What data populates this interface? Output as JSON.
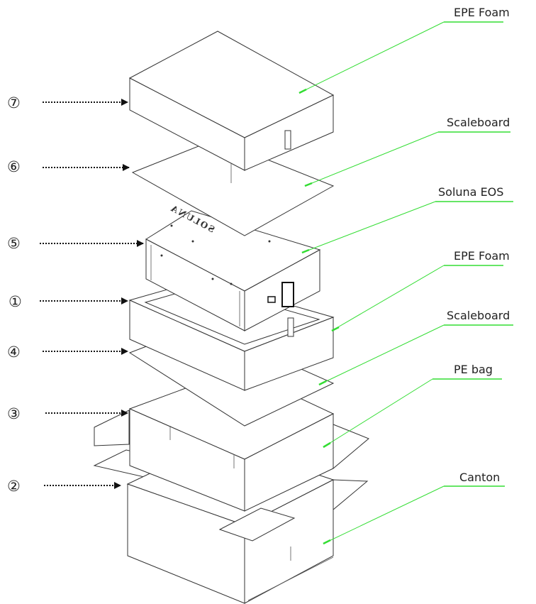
{
  "labels": [
    {
      "id": "l1",
      "text": "EPE Foam"
    },
    {
      "id": "l2",
      "text": "Scaleboard"
    },
    {
      "id": "l3",
      "text": "Soluna EOS"
    },
    {
      "id": "l4",
      "text": "EPE Foam"
    },
    {
      "id": "l5",
      "text": "Scaleboard"
    },
    {
      "id": "l6",
      "text": "PE bag"
    },
    {
      "id": "l7",
      "text": "Canton"
    }
  ],
  "markers": [
    {
      "id": "m7",
      "text": "⑦"
    },
    {
      "id": "m6",
      "text": "⑥"
    },
    {
      "id": "m5",
      "text": "⑤"
    },
    {
      "id": "m1",
      "text": "①"
    },
    {
      "id": "m4",
      "text": "④"
    },
    {
      "id": "m3",
      "text": "③"
    },
    {
      "id": "m2",
      "text": "②"
    }
  ],
  "device_brand": "SOLUNA",
  "colors": {
    "leader_line": "#33dd33",
    "outline": "#333333",
    "arrow": "#111111"
  }
}
